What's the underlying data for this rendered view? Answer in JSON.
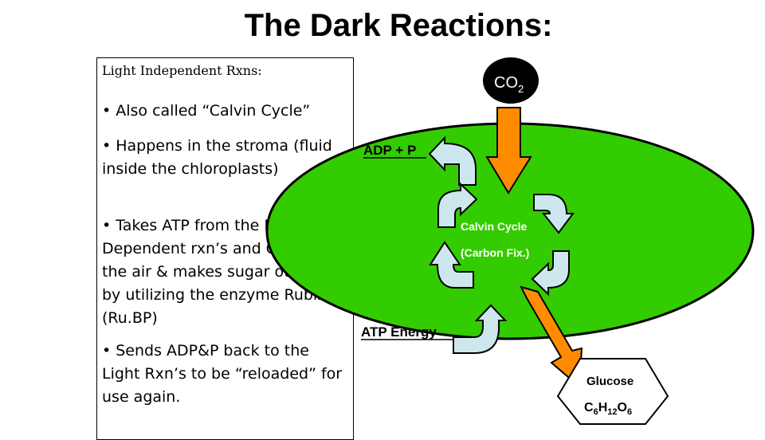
{
  "title": "The Dark Reactions:",
  "textbox": {
    "heading": "Light Independent Rxns:",
    "bullets": [
      "• Also called “Calvin Cycle”",
      "• Happens in the stroma (fluid inside the chloroplasts)",
      "• Takes ATP from the Light Dependent rxn’s and CO2 from the air & makes sugar out of it by utilizing the enzyme Rubisco (Ru.BP)",
      "• Sends ADP&P back to the Light Rxn’s to be “reloaded” for use again."
    ]
  },
  "diagram": {
    "co2": {
      "main": "CO",
      "sub": "2"
    },
    "adp": "ADP + P",
    "calvin": "Calvin Cycle",
    "carbon": "(Carbon Fix.)",
    "atp": "ATP Energy",
    "glucose": "Glucose",
    "formula": {
      "c": "C",
      "c_sub": "6",
      "h": "H",
      "h_sub": "12",
      "o": "O",
      "o_sub": "6"
    }
  },
  "colors": {
    "stroma": "#33cc00",
    "orange": "#ff8c00",
    "light_arrow": "#cce8ee",
    "co2_bg": "#000000"
  }
}
